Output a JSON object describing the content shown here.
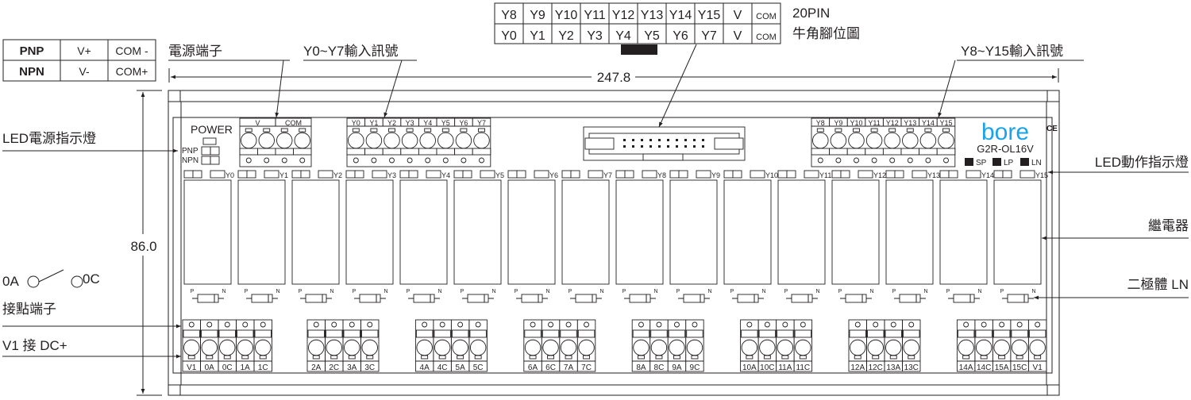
{
  "polarity_table": {
    "rows": [
      {
        "type": "PNP",
        "v": "V+",
        "com": "COM -"
      },
      {
        "type": "NPN",
        "v": "V-",
        "com": "COM+"
      }
    ]
  },
  "pin_table": {
    "top_row": [
      "Y8",
      "Y9",
      "Y10",
      "Y11",
      "Y12",
      "Y13",
      "Y14",
      "Y15",
      "V",
      "COM"
    ],
    "bottom_row": [
      "Y0",
      "Y1",
      "Y2",
      "Y3",
      "Y4",
      "Y5",
      "Y6",
      "Y7",
      "V",
      "COM"
    ],
    "title": "20PIN",
    "subtitle": "牛角腳位圖"
  },
  "callouts": {
    "power_terminal": "電源端子",
    "input_y0_y7": "Y0~Y7輸入訊號",
    "input_y8_y15": "Y8~Y15輸入訊號",
    "led_power": "LED電源指示燈",
    "led_action": "LED動作指示燈",
    "relay": "繼電器",
    "diode": "二極體 LN",
    "contact_terminal": "接點端子",
    "v1_dc": "V1 接 DC+",
    "switch_a": "0A",
    "switch_c": "0C"
  },
  "dimensions": {
    "width": "247.8",
    "height": "86.0"
  },
  "board": {
    "power_label": "POWER",
    "pnp_label": "PNP",
    "npn_label": "NPN",
    "power_terminals": [
      "V",
      "COM"
    ],
    "inputs_a": [
      "Y0",
      "Y1",
      "Y2",
      "Y3",
      "Y4",
      "Y5",
      "Y6",
      "Y7"
    ],
    "inputs_b": [
      "Y8",
      "Y9",
      "Y10",
      "Y11",
      "Y12",
      "Y13",
      "Y14",
      "Y15"
    ],
    "relay_labels": [
      "Y0",
      "Y1",
      "Y2",
      "Y3",
      "Y4",
      "Y5",
      "Y6",
      "Y7",
      "Y8",
      "Y9",
      "Y10",
      "Y11",
      "Y12",
      "Y13",
      "Y14",
      "Y15"
    ],
    "diode_p": "P",
    "diode_n": "N",
    "brand": "bore",
    "ce_mark": "CE",
    "model": "G2R-OL16V",
    "indicators": [
      "SP",
      "LP",
      "LN"
    ],
    "output_groups": [
      [
        "V1",
        "0A",
        "0C",
        "1A",
        "1C"
      ],
      [
        "2A",
        "2C",
        "3A",
        "3C"
      ],
      [
        "4A",
        "4C",
        "5A",
        "5C"
      ],
      [
        "6A",
        "6C",
        "7A",
        "7C"
      ],
      [
        "8A",
        "8C",
        "9A",
        "9C"
      ],
      [
        "10A",
        "10C",
        "11A",
        "11C"
      ],
      [
        "12A",
        "12C",
        "13A",
        "13C"
      ],
      [
        "14A",
        "14C",
        "15A",
        "15C",
        "V1"
      ]
    ]
  },
  "colors": {
    "brand": "#1aa3e8",
    "line": "#231f20"
  }
}
